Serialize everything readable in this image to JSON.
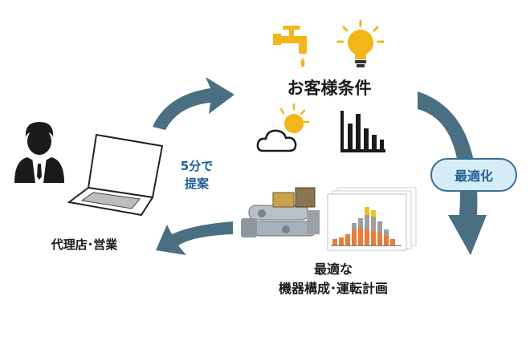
{
  "labels": {
    "customer_conditions": "お客様条件",
    "agent_sales": "代理店･営業",
    "proposal_time": "5分で\n提案",
    "optimization": "最適化",
    "result_line1": "最適な",
    "result_line2": "機器構成･運転計画"
  },
  "colors": {
    "arrow": "#4a6f83",
    "icon_yellow": "#f2b619",
    "icon_dark": "#1a1a1a",
    "badge_fill": "#d6ecf6",
    "badge_border": "#3b6e95",
    "accent_text": "#1f5f96"
  },
  "icons": [
    "water-faucet-icon",
    "light-bulb-icon",
    "partly-cloudy-icon",
    "bar-chart-icon",
    "businessman-icon",
    "laptop-icon",
    "chiller-equipment-icon",
    "stacked-chart-icon"
  ]
}
